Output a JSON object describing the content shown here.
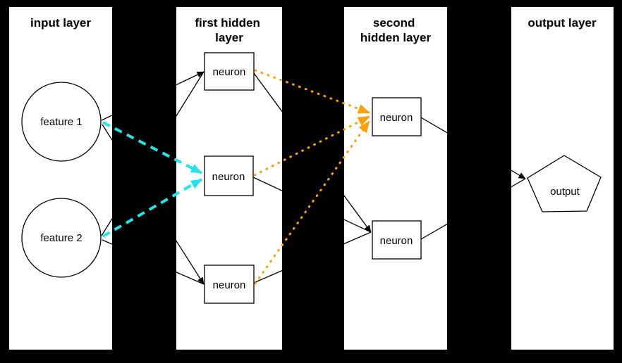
{
  "diagram_type": "neural-network-layers",
  "colors": {
    "background": "#000000",
    "panel": "#ffffff",
    "line": "#000000",
    "cyan_highlight": "#28E2E9",
    "orange_highlight": "#F8A10E"
  },
  "panels": [
    {
      "id": "input-layer",
      "title_lines": [
        "input layer",
        ""
      ]
    },
    {
      "id": "first-hidden-layer",
      "title_lines": [
        "first hidden",
        "layer"
      ]
    },
    {
      "id": "second-hidden-layer",
      "title_lines": [
        "second",
        "hidden layer"
      ]
    },
    {
      "id": "output-layer",
      "title_lines": [
        "output layer",
        ""
      ]
    }
  ],
  "nodes": {
    "feature1": {
      "label": "feature 1",
      "shape": "circle",
      "layer": "input"
    },
    "feature2": {
      "label": "feature 2",
      "shape": "circle",
      "layer": "input"
    },
    "h1n1": {
      "label": "neuron",
      "shape": "rect",
      "layer": "first hidden"
    },
    "h1n2": {
      "label": "neuron",
      "shape": "rect",
      "layer": "first hidden",
      "highlight": "cyan"
    },
    "h1n3": {
      "label": "neuron",
      "shape": "rect",
      "layer": "first hidden"
    },
    "h2n1": {
      "label": "neuron",
      "shape": "rect",
      "layer": "second hidden",
      "highlight": "orange"
    },
    "h2n2": {
      "label": "neuron",
      "shape": "rect",
      "layer": "second hidden"
    },
    "output": {
      "label": "output",
      "shape": "pentagon",
      "layer": "output"
    }
  },
  "edges": {
    "black_solid": [
      "feature1->h1n1",
      "feature2->h1n1",
      "feature1->h1n3",
      "feature2->h1n3",
      "h1n1->h2n2",
      "h1n2->h2n2",
      "h1n3->h2n2",
      "h2n1->output",
      "h2n2->output"
    ],
    "cyan_dashed": [
      "feature1->h1n2",
      "feature2->h1n2"
    ],
    "orange_dotted": [
      "h1n1->h2n1",
      "h1n2->h2n1",
      "h1n3->h2n1"
    ]
  }
}
